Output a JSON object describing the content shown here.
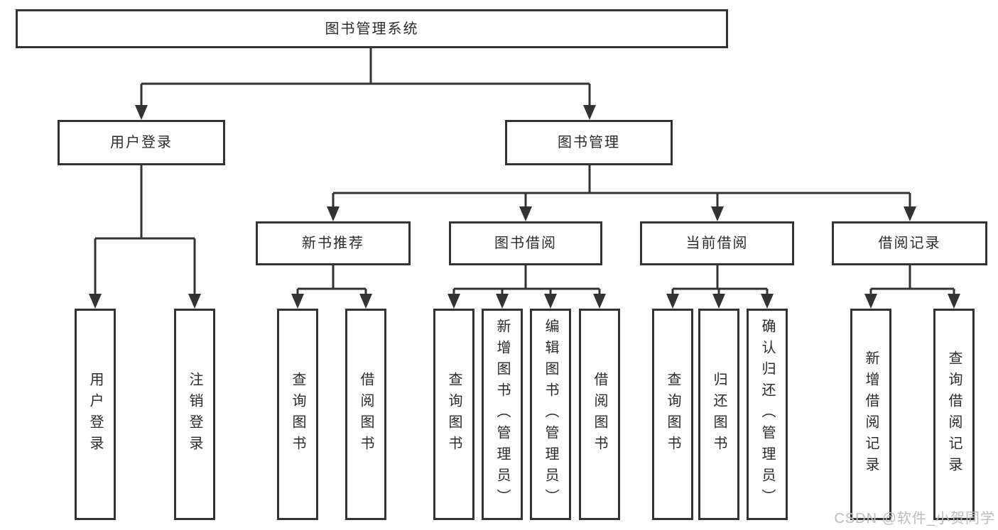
{
  "watermark": {
    "text": "CSDN @软件_小贺同学"
  },
  "colors": {
    "line": "#333333",
    "text": "#2b2b2b",
    "background": "#ffffff",
    "watermark": "#bcbcbc"
  },
  "tree": {
    "label": "图书管理系统",
    "children": [
      {
        "label": "用户登录",
        "children": [
          {
            "label": "用户登录"
          },
          {
            "label": "注销登录"
          }
        ]
      },
      {
        "label": "图书管理",
        "children": [
          {
            "label": "新书推荐",
            "children": [
              {
                "label": "查询图书"
              },
              {
                "label": "借阅图书"
              }
            ]
          },
          {
            "label": "图书借阅",
            "children": [
              {
                "label": "查询图书"
              },
              {
                "label": "新增图书（管理员）"
              },
              {
                "label": "编辑图书（管理员）"
              },
              {
                "label": "借阅图书"
              }
            ]
          },
          {
            "label": "当前借阅",
            "children": [
              {
                "label": "查询图书"
              },
              {
                "label": "归还图书"
              },
              {
                "label": "确认归还（管理员）"
              }
            ]
          },
          {
            "label": "借阅记录",
            "children": [
              {
                "label": "新增借阅记录"
              },
              {
                "label": "查询借阅记录"
              }
            ]
          }
        ]
      }
    ]
  }
}
